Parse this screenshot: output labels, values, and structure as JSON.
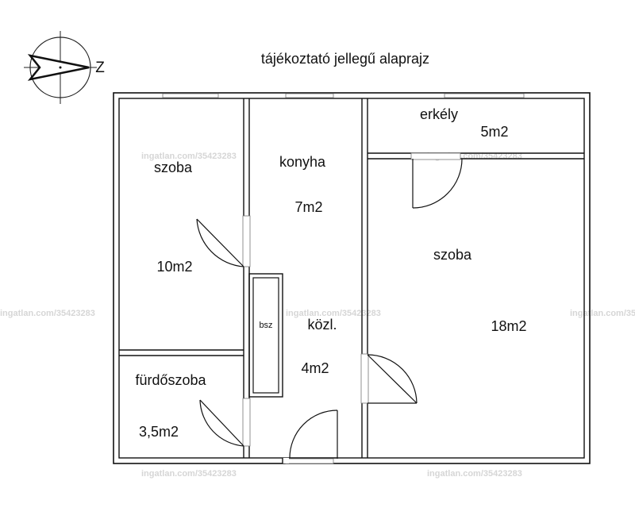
{
  "title": "tájékoztató jellegű alaprajz",
  "compass": {
    "label": "Z",
    "icon": "north-arrow-icon"
  },
  "rooms": [
    {
      "id": "szoba1",
      "name": "szoba",
      "area": "10m2"
    },
    {
      "id": "konyha",
      "name": "konyha",
      "area": "7m2"
    },
    {
      "id": "erkely",
      "name": "erkély",
      "area": "5m2"
    },
    {
      "id": "szoba2",
      "name": "szoba",
      "area": "18m2"
    },
    {
      "id": "furdo",
      "name": "fürdőszoba",
      "area": "3,5m2"
    },
    {
      "id": "kozl",
      "name": "közl.",
      "area": "4m2"
    }
  ],
  "bsz": "bsz",
  "watermark": "ingatlan.com/35423283"
}
